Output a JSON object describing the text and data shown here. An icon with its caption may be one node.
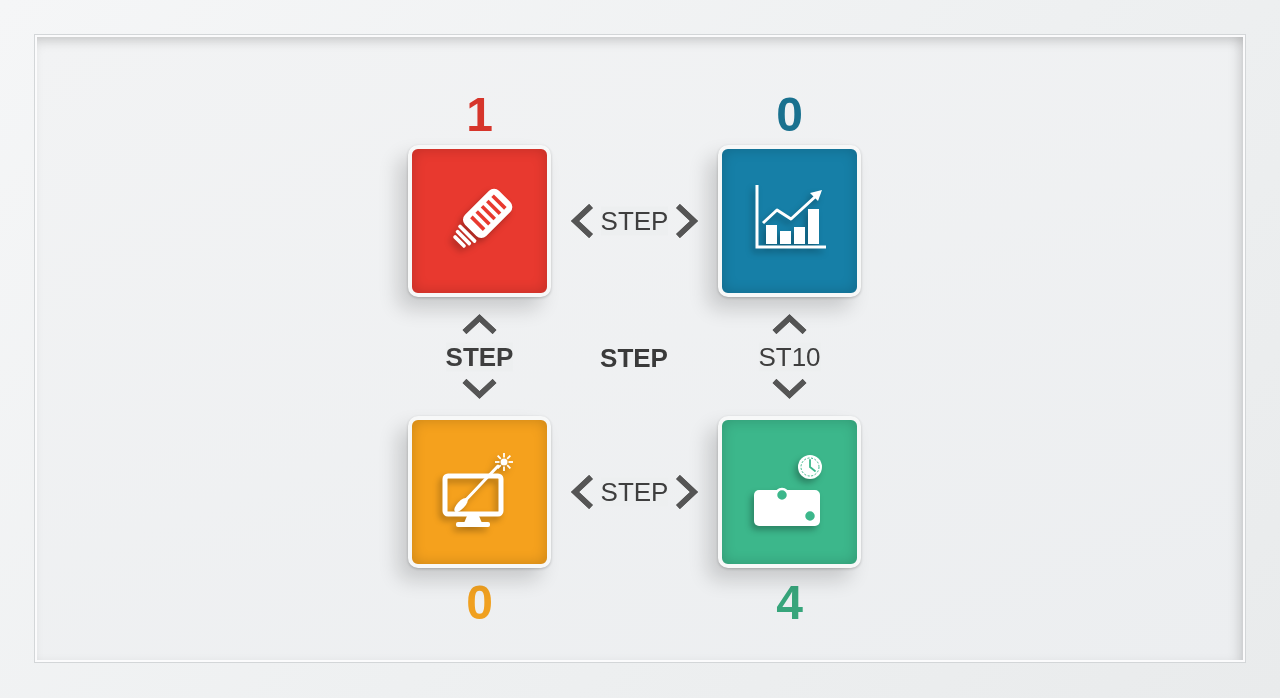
{
  "diagram": {
    "nodes": [
      {
        "text": [
          "1"
        ]
      },
      {
        "text": [
          "0"
        ]
      },
      {
        "text": [
          "0"
        ]
      },
      {
        "text": [
          "4"
        ]
      }
    ],
    "edges": [
      {
        "from": 0,
        "to": 1,
        "arrow": "both",
        "label": "STEP"
      },
      {
        "from": 0,
        "to": 2,
        "arrow": "both",
        "label": "STEP"
      },
      {
        "from": 1,
        "to": 3,
        "arrow": "both",
        "label": "ST10"
      },
      {
        "from": 2,
        "to": 3,
        "arrow": "both",
        "label": "STEP"
      }
    ],
    "labels": [
      "STEP"
    ]
  }
}
